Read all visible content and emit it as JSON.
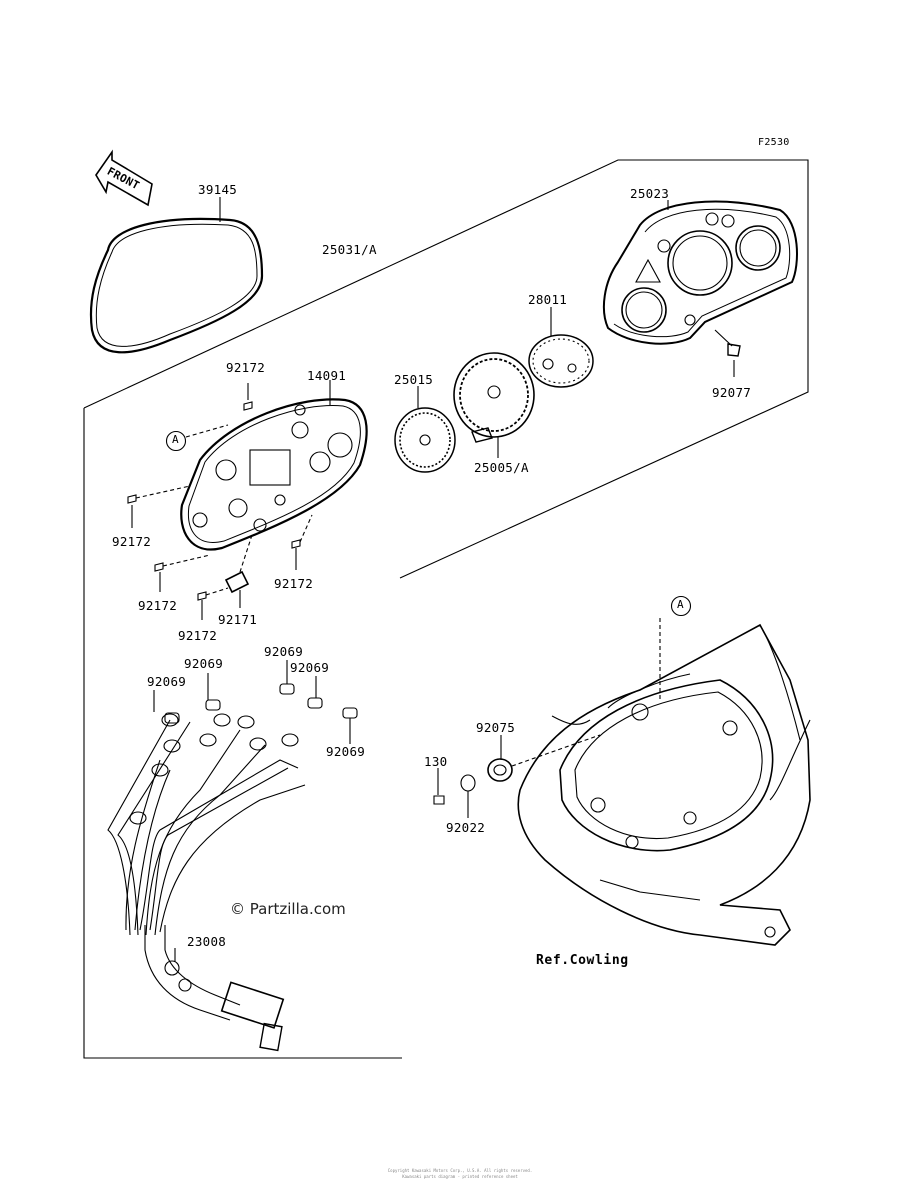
{
  "figure_code": "F2530",
  "front_label": "FRONT",
  "callout_letter": "A",
  "ref_text": "Ref.Cowling",
  "watermark": "© Partzilla.com",
  "parts": {
    "p39145": "39145",
    "p25031": "25031/A",
    "p25023": "25023",
    "p28011": "28011",
    "p92077": "92077",
    "p92172a": "92172",
    "p14091": "14091",
    "p25015": "25015",
    "p25005": "25005/A",
    "p92172b": "92172",
    "p92172c": "92172",
    "p92172d": "92172",
    "p92171": "92171",
    "p92172e": "92172",
    "p92069a": "92069",
    "p92069b": "92069",
    "p92069c": "92069",
    "p92069d": "92069",
    "p92069e": "92069",
    "p92075": "92075",
    "p130": "130",
    "p92022": "92022",
    "p23008": "23008"
  },
  "footer_lines": [
    "Copyright Kawasaki Motors Corp., U.S.A. All rights reserved.",
    "Kawasaki parts diagram - printed reference sheet"
  ]
}
